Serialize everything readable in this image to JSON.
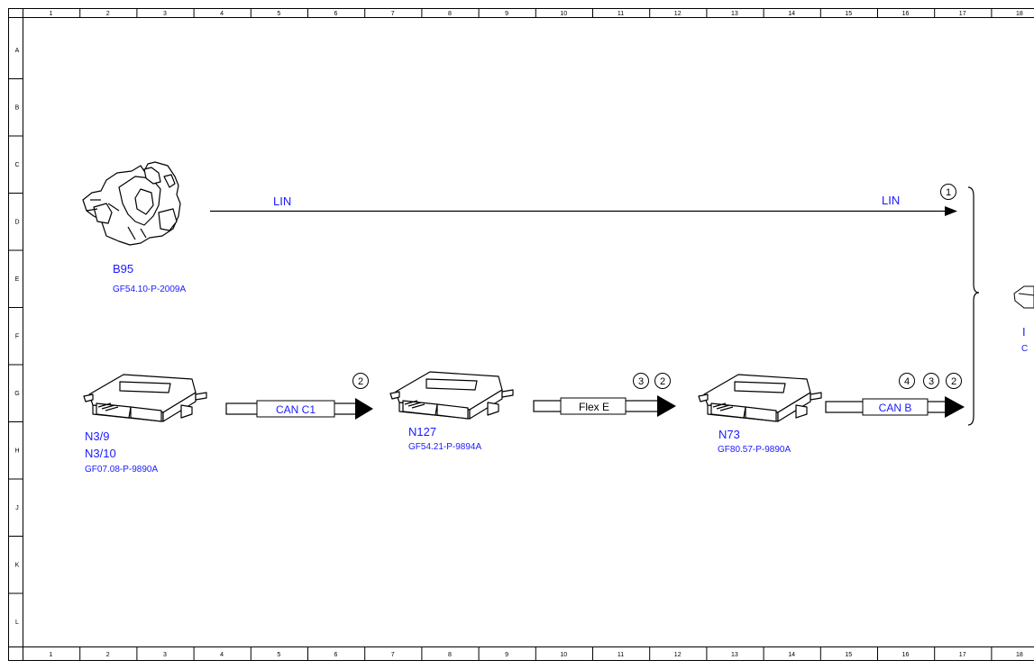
{
  "grid": {
    "columns": [
      "1",
      "2",
      "3",
      "4",
      "5",
      "6",
      "7",
      "8",
      "9",
      "10",
      "11",
      "12",
      "13",
      "14",
      "15",
      "16",
      "17",
      "18"
    ],
    "rows": [
      "A",
      "B",
      "C",
      "D",
      "E",
      "F",
      "G",
      "H",
      "J",
      "K",
      "L"
    ]
  },
  "components": {
    "b95": {
      "label": "B95",
      "ref": "GF54.10-P-2009A"
    },
    "n3": {
      "label1": "N3/9",
      "label2": "N3/10",
      "ref": "GF07.08-P-9890A"
    },
    "n127": {
      "label": "N127",
      "ref": "GF54.21-P-9894A"
    },
    "n73": {
      "label": "N73",
      "ref": "GF80.57-P-9890A"
    }
  },
  "connections": {
    "lin_left": "LIN",
    "lin_right": "LIN",
    "can_c1": "CAN C1",
    "flex_e": "Flex E",
    "can_b": "CAN B"
  },
  "markers": {
    "m1": "1",
    "m2a": "2",
    "m3a": "3",
    "m2b": "2",
    "m4": "4",
    "m3b": "3",
    "m2c": "2"
  },
  "colors": {
    "label_blue": "#1a1aff",
    "line": "#000000"
  }
}
